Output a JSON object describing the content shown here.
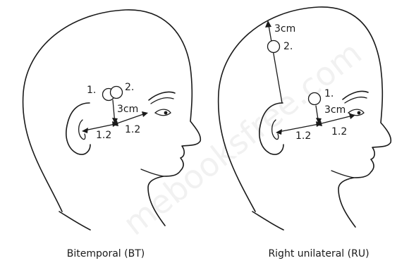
{
  "watermark": "mebooksfree.com",
  "panels": [
    {
      "caption": "Bitemporal (BT)",
      "labels": {
        "electrode1": "1.",
        "electrode2": "2.",
        "distance_up": "3cm",
        "seg_back": "1.2",
        "seg_front": "1.2"
      }
    },
    {
      "caption": "Right unilateral (RU)",
      "labels": {
        "electrode1": "1.",
        "electrode2": "2.",
        "distance_up": "3cm",
        "distance_top": "3cm",
        "seg_back": "1.2",
        "seg_front": "1.2"
      }
    }
  ]
}
